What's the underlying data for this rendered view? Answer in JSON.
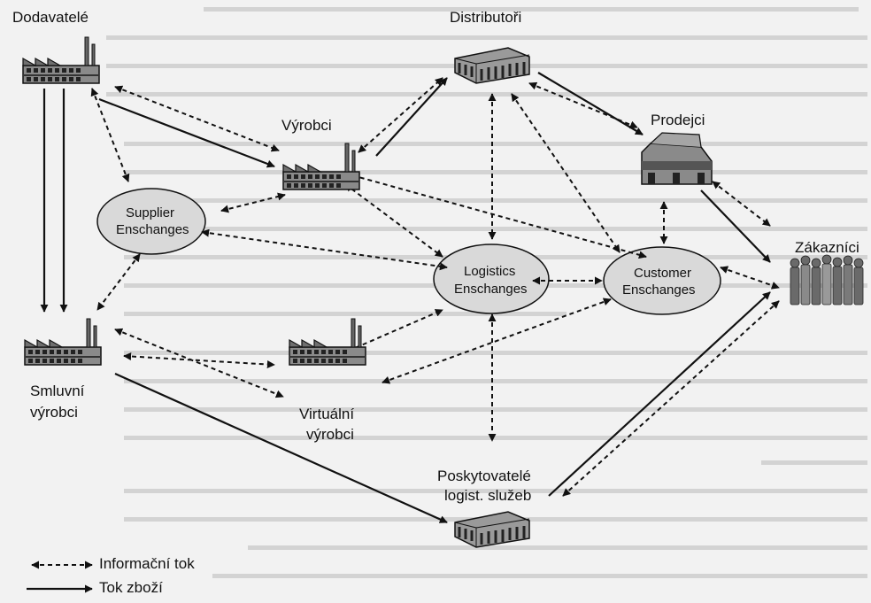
{
  "nodes": {
    "dodavatele": "Dodavatelé",
    "distributori": "Distributoři",
    "vyrobci": "Výrobci",
    "prodejci": "Prodejci",
    "zakaznici": "Zákazníci",
    "smluvni_line1": "Smluvní",
    "smluvni_line2": "výrobci",
    "virtualni_line1": "Virtuální",
    "virtualni_line2": "výrobci",
    "poskytovatele_line1": "Poskytovatelé",
    "poskytovatele_line2": "logist. služeb"
  },
  "exchanges": {
    "supplier_line1": "Supplier",
    "supplier_line2": "Enschanges",
    "logistics_line1": "Logistics",
    "logistics_line2": "Enschanges",
    "customer_line1": "Customer",
    "customer_line2": "Enschanges"
  },
  "legend": {
    "info_flow": "Informační tok",
    "goods_flow": "Tok zboží"
  },
  "colors": {
    "background": "#f2f2f2",
    "ellipse_fill": "#d9d9d9",
    "stroke": "#111111"
  },
  "icons": [
    "factory-icon",
    "warehouse-icon",
    "store-icon",
    "people-icon"
  ]
}
